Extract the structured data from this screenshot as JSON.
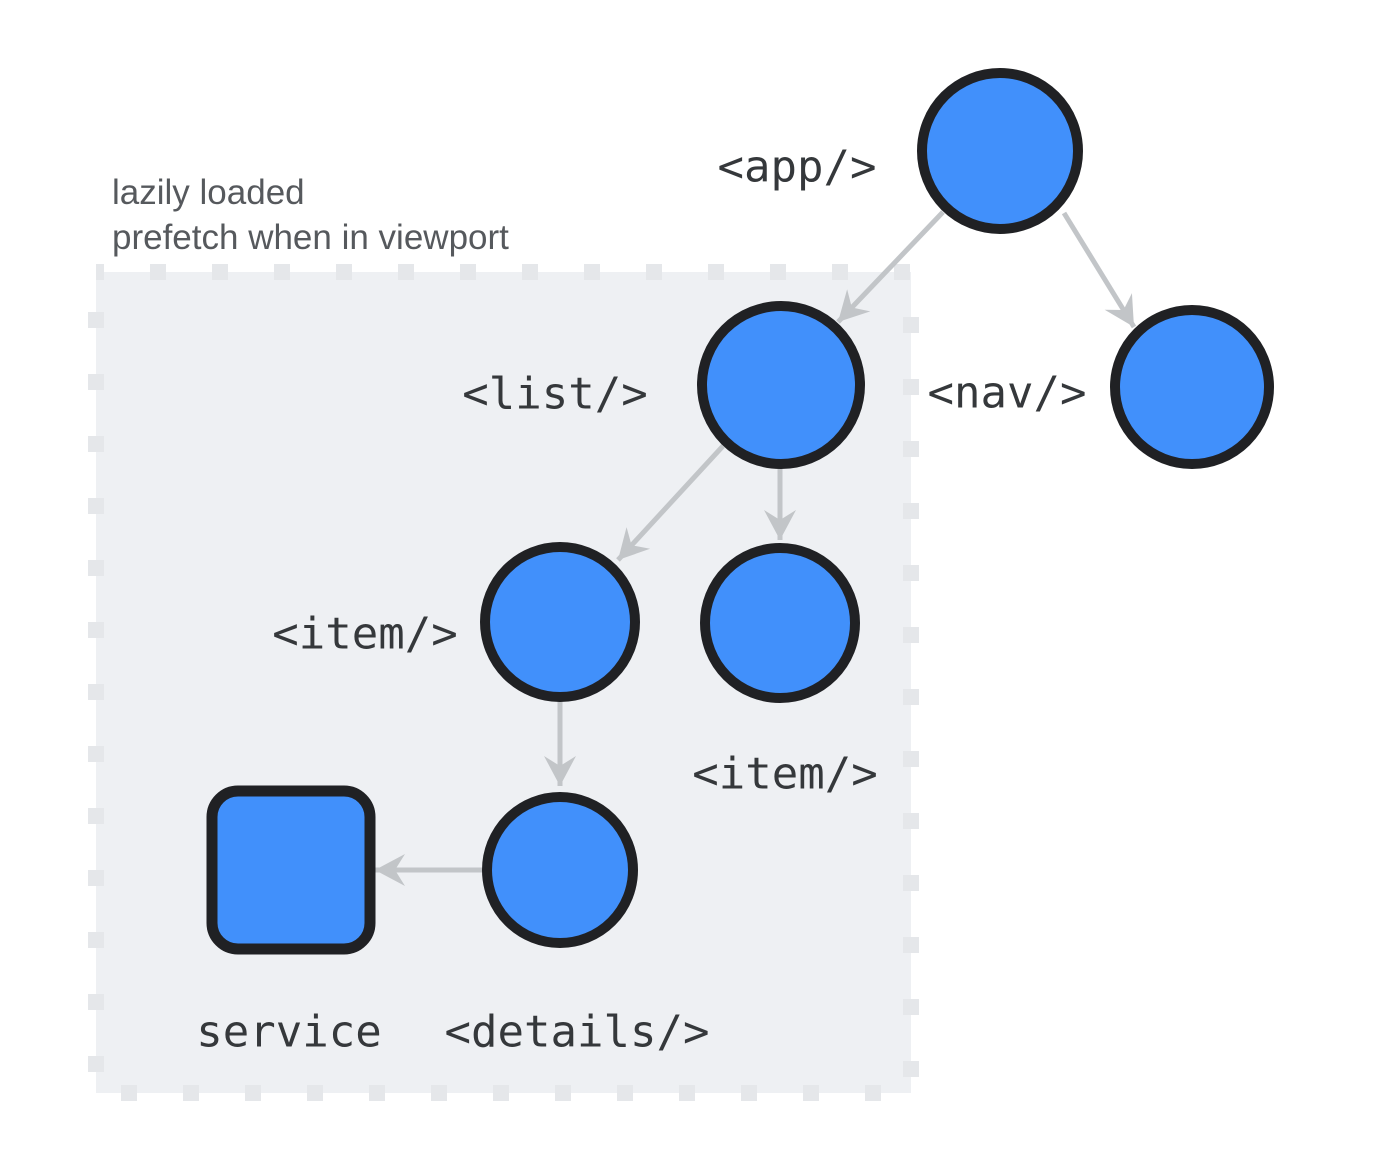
{
  "annotation": {
    "line1": "lazily loaded",
    "line2": "prefetch when in viewport"
  },
  "nodes": [
    {
      "id": "app",
      "label": "<app/>",
      "shape": "circle",
      "inside_lazy_boundary": false
    },
    {
      "id": "nav",
      "label": "<nav/>",
      "shape": "circle",
      "inside_lazy_boundary": false
    },
    {
      "id": "list",
      "label": "<list/>",
      "shape": "circle",
      "inside_lazy_boundary": true
    },
    {
      "id": "item-1",
      "label": "<item/>",
      "shape": "circle",
      "inside_lazy_boundary": true
    },
    {
      "id": "item-2",
      "label": "<item/>",
      "shape": "circle",
      "inside_lazy_boundary": true
    },
    {
      "id": "details",
      "label": "<details/>",
      "shape": "circle",
      "inside_lazy_boundary": true
    },
    {
      "id": "service",
      "label": "service",
      "shape": "rounded-square",
      "inside_lazy_boundary": true
    }
  ],
  "edges": [
    {
      "from": "app",
      "to": "list"
    },
    {
      "from": "app",
      "to": "nav"
    },
    {
      "from": "list",
      "to": "item-1"
    },
    {
      "from": "list",
      "to": "item-2"
    },
    {
      "from": "item-1",
      "to": "details"
    },
    {
      "from": "details",
      "to": "service"
    }
  ],
  "colors": {
    "background": "#ffffff",
    "node_fill": "#4190fb",
    "node_border": "#202124",
    "arrow": "#c2c5c8",
    "lazy_box_fill": "#eef0f3",
    "lazy_box_dash": "#e5e7ea",
    "code_label_text": "#35383b",
    "annotation_text": "#56595d"
  }
}
